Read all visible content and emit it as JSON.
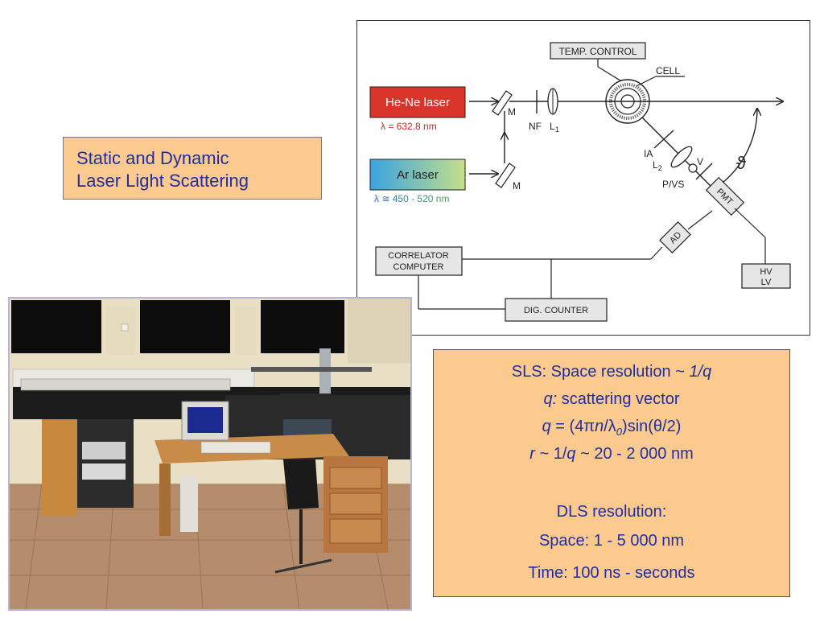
{
  "title": {
    "line1": "Static and Dynamic",
    "line2": "Laser Light Scattering"
  },
  "diagram": {
    "temp_control": "TEMP. CONTROL",
    "cell": "CELL",
    "hene_laser": "He-Ne laser",
    "hene_wavelength": "λ = 632.8 nm",
    "ar_laser": "Ar laser",
    "ar_wavelength": "λ ≅ 450 - 520 nm",
    "mirror_top": "M",
    "mirror_bottom": "M",
    "nf": "NF",
    "l1": "L",
    "l1_sub": "1",
    "ia": "IA",
    "l2": "L",
    "l2_sub": "2",
    "v": "V",
    "pvs": "P/VS",
    "theta": "ϑ",
    "pmt": "PMT",
    "ad": "AD",
    "correlator_line1": "CORRELATOR",
    "correlator_line2": "COMPUTER",
    "dig_counter": "DIG. COUNTER",
    "hv": "HV",
    "lv": "LV",
    "colors": {
      "hene": "#d9342a",
      "hene_text": "#c8281e",
      "ar_start": "#3aa3e0",
      "ar_end": "#c4e08a",
      "ar_text_start": "#2b6fd1",
      "ar_text_end": "#3aa84a",
      "box_fill": "#e6e6e6"
    }
  },
  "info": {
    "sls_prefix": "SLS: Space resolution ~ ",
    "sls_value": "1/q",
    "q_symbol": "q:",
    "q_desc": " scattering vector",
    "q_formula_q": "q",
    "q_formula_eq": " = (4π",
    "q_formula_n": "n",
    "q_formula_slash": "/λ",
    "q_formula_zero": "0",
    "q_formula_rest": ")sin(θ/2)",
    "r_symbol": "r",
    "r_mid": " ~  1/",
    "r_q": "q",
    "r_range": " ~ 20 - 2 000 nm",
    "dls_title": "DLS resolution:",
    "dls_space": "Space: 1 - 5 000 nm",
    "dls_time": "Time: 100 ns - seconds"
  }
}
